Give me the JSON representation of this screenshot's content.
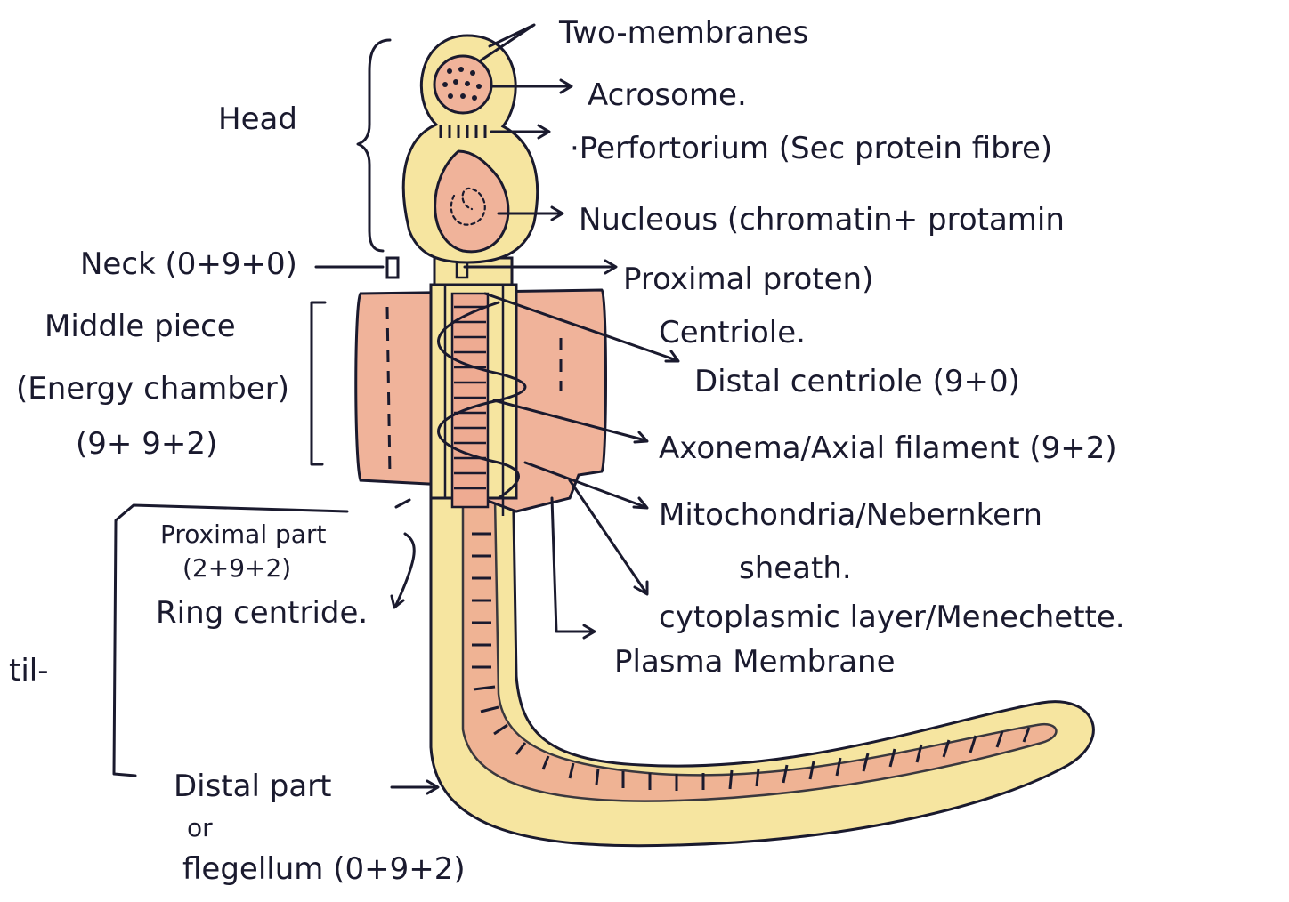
{
  "colors": {
    "ink": "#1a1a2e",
    "cream": "#f8e7a2",
    "yellow": "#f3e089",
    "salmon": "#eea58a",
    "pink": "#f1b8a2"
  },
  "labels": {
    "two_membranes": "Two-membranes",
    "acrosome": "Acrosome.",
    "perforatorium": "·Perfortorium (Sec protein fibre)",
    "nucleus": "Nucleous (chromatin+ protamin",
    "proximal_centriole_line1": "Proximal     proten)",
    "proximal_centriole_line2": "Centriole.",
    "distal_centriole": "Distal centriole (9+0)",
    "axonema": "Axonema/Axial filament (9+2)",
    "mitochondria_line1": "Mitochondria/Nebernkern",
    "mitochondria_line2": "sheath.",
    "cytoplasmic_layer": "cytoplasmic layer/Menechette.",
    "plasma_membrane": "Plasma Membrane",
    "head": "Head",
    "neck": "Neck (0+9+0)",
    "middle_piece_line1": "Middle piece",
    "middle_piece_line2": "(Energy chamber)",
    "middle_piece_line3": "(9+ 9+2)",
    "proximal_part_line1": "Proximal part",
    "proximal_part_line2": "(2+9+2)",
    "ring_centriole": "Ring centride.",
    "tail": "til-",
    "distal_part_line1": "Distal part",
    "distal_part_line2": "or",
    "distal_part_line3": "flegellum (0+9+2)"
  }
}
